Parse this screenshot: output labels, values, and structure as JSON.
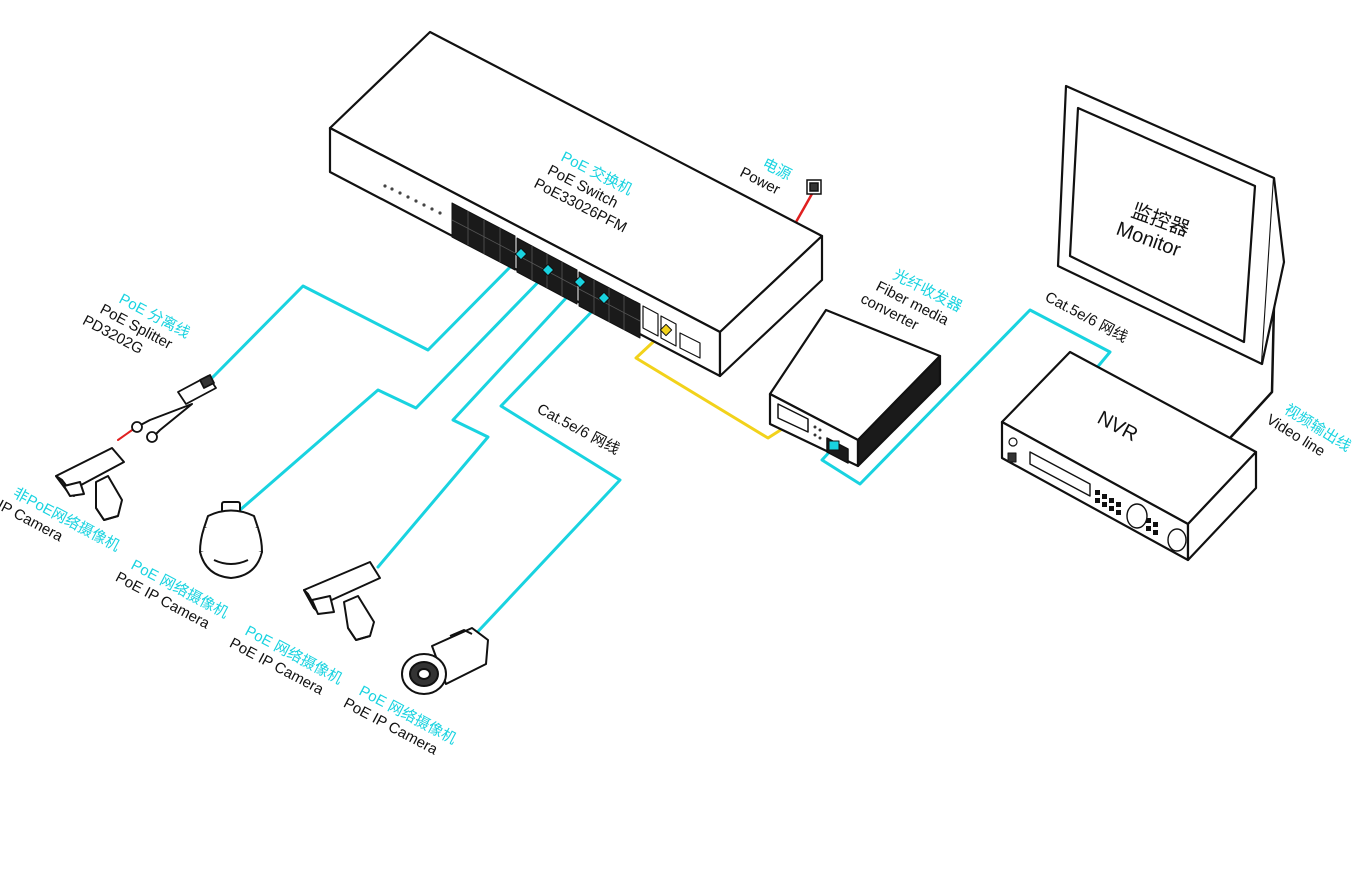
{
  "labels": {
    "switch_cn": "PoE 交换机",
    "switch_en": "PoE  Switch",
    "switch_model": "PoE33026PFM",
    "power_cn": "电源",
    "power_en": "Power",
    "fiber_cn": "光纤收发器",
    "fiber_en1": "Fiber media",
    "fiber_en2": "converter",
    "monitor_cn": "监控器",
    "monitor_en": "Monitor",
    "nvr": "NVR",
    "cable_nvr": "Cat.5e/6 网线",
    "cable_cam": "Cat.5e/6 网线",
    "video_cn": "视频输出线",
    "video_en": "Video line",
    "splitter_cn": "PoE 分离线",
    "splitter_en": "PoE Splitter",
    "splitter_model": "PD3202G",
    "cam0_cn": "非PoE网络摄像机",
    "cam0_en": "IP Camera",
    "cam1_cn": "PoE 网络摄像机",
    "cam1_en": "PoE IP Camera",
    "cam2_cn": "PoE 网络摄像机",
    "cam2_en": "PoE IP Camera",
    "cam3_cn": "PoE 网络摄像机",
    "cam3_en": "PoE IP Camera"
  },
  "colors": {
    "cable": "#19d3e0",
    "fiber": "#f2d21b",
    "power": "#e02020",
    "outline": "#111111"
  }
}
